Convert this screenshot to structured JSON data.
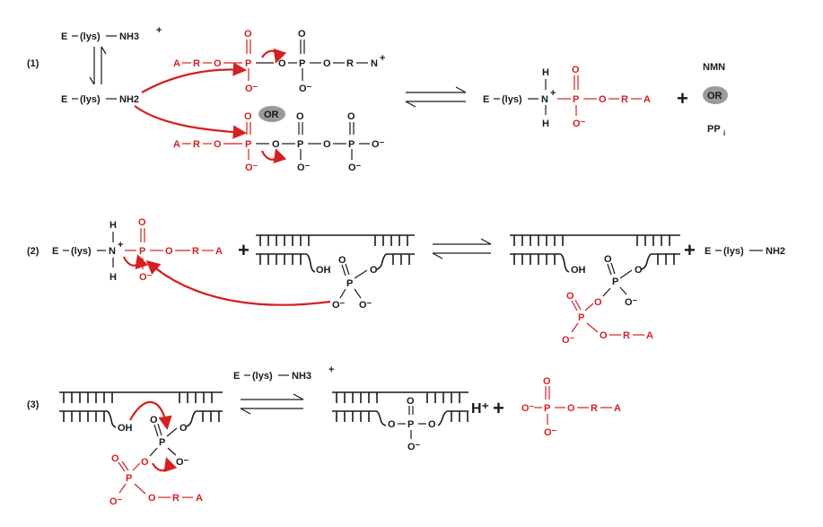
{
  "step_labels": {
    "s1": "(1)",
    "s2": "(2)",
    "s3": "(3)"
  },
  "enzyme": {
    "e": "E",
    "lys": "(lys)",
    "nh3": "NH3",
    "nh2": "NH2",
    "charge_plus": "+"
  },
  "atoms": {
    "A": "A",
    "R": "R",
    "O": "O",
    "P": "P",
    "N": "N",
    "H": "H",
    "Ominus": "O⁻",
    "OH": "OH",
    "Nplus": "N⁺"
  },
  "or_badge": "OR",
  "products_1": {
    "nmn": "NMN",
    "ppi": "PP",
    "ppi_sub": "i"
  },
  "plus_sign": "+",
  "hplus": "H⁺",
  "colors": {
    "red": "#d42020",
    "black": "#1a1a1a",
    "gray": "#9a9a9a"
  }
}
